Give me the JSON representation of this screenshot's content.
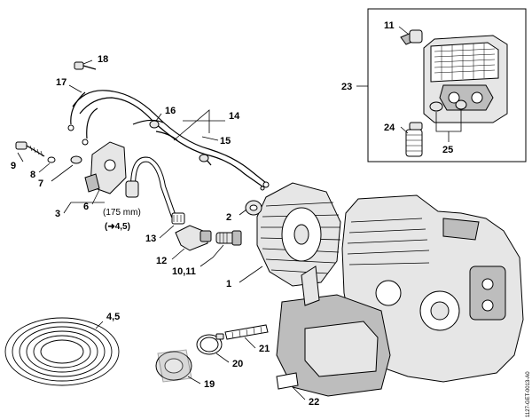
{
  "diagram": {
    "labels": {
      "p1": "1",
      "p2": "2",
      "p3": "3",
      "p4_5": "4,5",
      "p6": "6",
      "p7": "7",
      "p8": "8",
      "p9": "9",
      "p10_11": "10,11",
      "p11": "11",
      "p12": "12",
      "p13": "13",
      "p14": "14",
      "p15": "15",
      "p16": "16",
      "p17": "17",
      "p18": "18",
      "p19": "19",
      "p20": "20",
      "p21": "21",
      "p22": "22",
      "p23": "23",
      "p24": "24",
      "p25": "25"
    },
    "note_length": "(175 mm)",
    "note_ref": "(➜4,5)",
    "code": "1127-GET-0013-A0"
  }
}
